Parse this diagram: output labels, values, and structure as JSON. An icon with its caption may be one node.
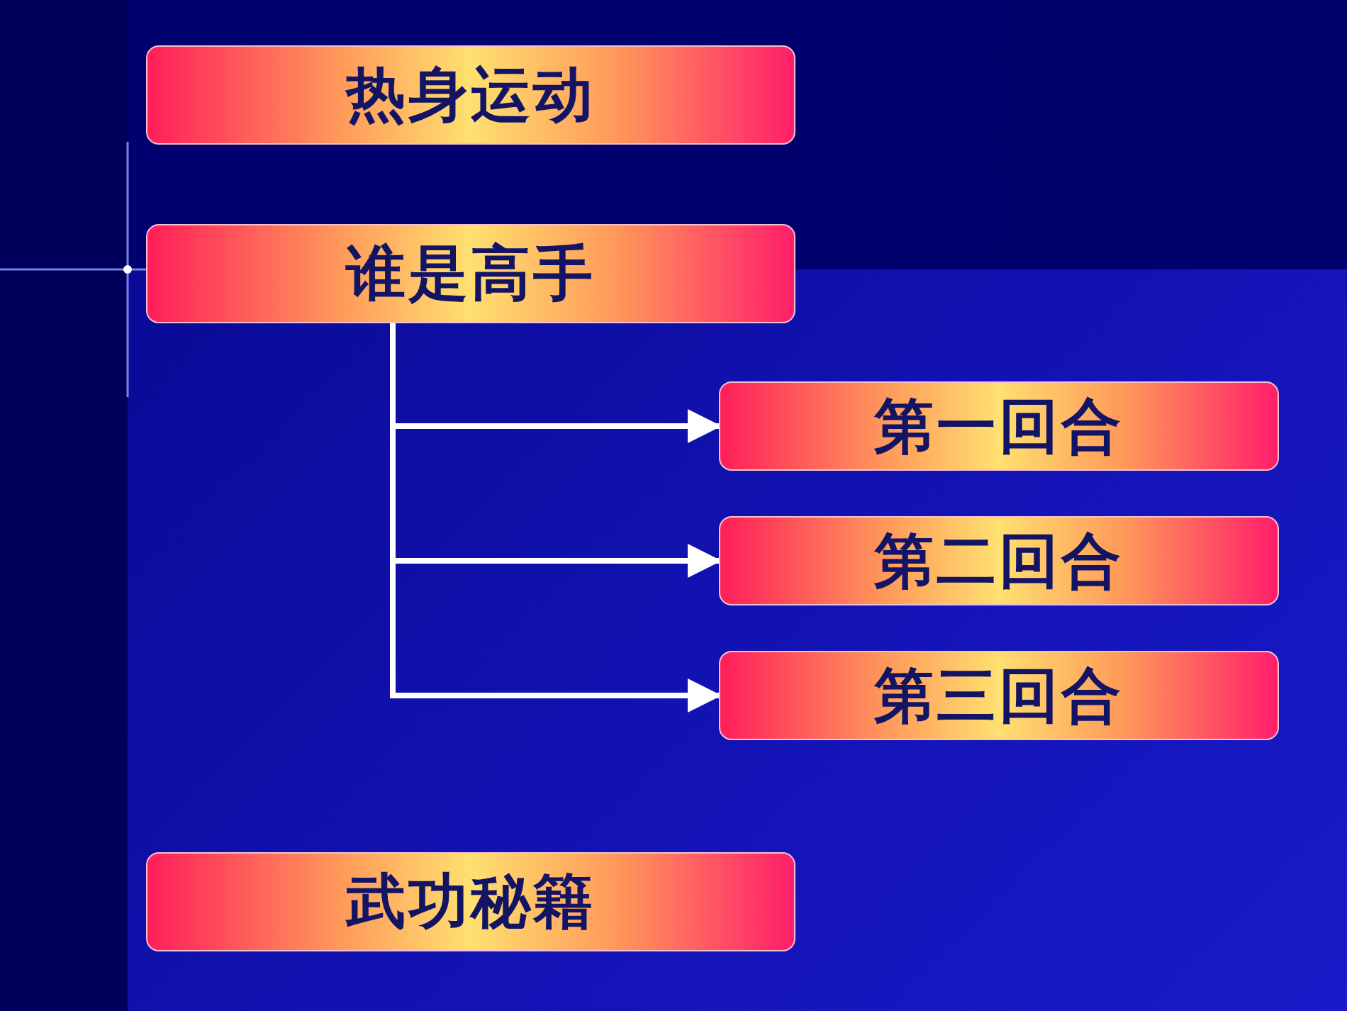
{
  "diagram": {
    "nodes": [
      {
        "text": [
          "热身运动"
        ]
      },
      {
        "text": [
          "谁是高手"
        ]
      },
      {
        "text": [
          "第一回合"
        ]
      },
      {
        "text": [
          "第二回合"
        ]
      },
      {
        "text": [
          "第三回合"
        ]
      },
      {
        "text": [
          "武功秘籍"
        ]
      }
    ],
    "edges": [
      {
        "from": 1,
        "to": 2,
        "arrow": "to"
      },
      {
        "from": 1,
        "to": 3,
        "arrow": "to"
      },
      {
        "from": 1,
        "to": 4,
        "arrow": "to"
      }
    ]
  }
}
